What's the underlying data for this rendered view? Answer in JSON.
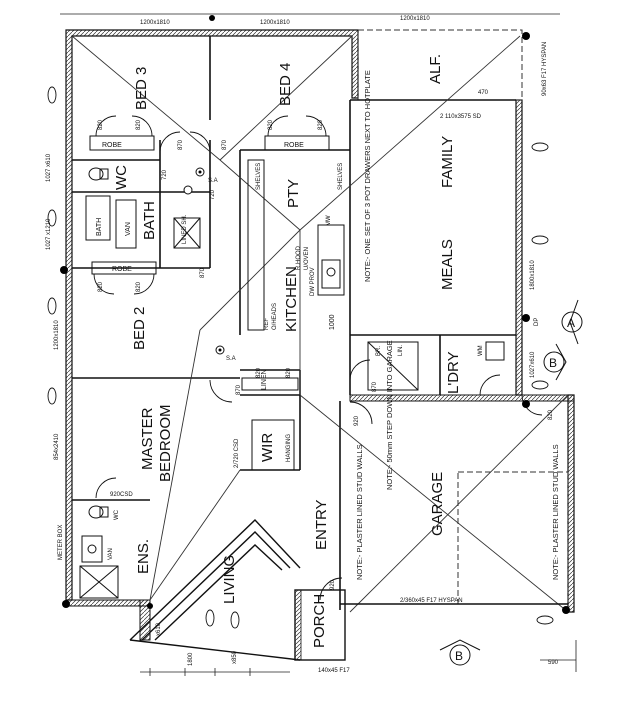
{
  "rooms": {
    "bed3": "BED 3",
    "bed4": "BED 4",
    "alf": "ALF.",
    "family": "FAMILY",
    "meals": "MEALS",
    "wc": "WC",
    "bath": "BATH",
    "bath_tub": "BATH",
    "van": "VAN",
    "bed2": "BED 2",
    "kitchen": "KITCHEN",
    "pty": "PTY",
    "master": "MASTER",
    "bedroom": "BEDROOM",
    "wir": "WIR",
    "ens": "ENS.",
    "entry": "ENTRY",
    "living": "LIVING",
    "porch": "PORCH",
    "garage": "GARAGE",
    "ldry": "L'DRY",
    "linen": "LINEN"
  },
  "labels": {
    "robe": "ROBE",
    "shelves": "SHELVES",
    "hanging": "HANGING",
    "sa": "S.A",
    "lin": "LIN.",
    "br": "BR.",
    "wm": "WM",
    "ref": "REF",
    "dw_prov": "DW PROV",
    "mw": "MW",
    "uheads": "O/HEADS",
    "uoven": "U/OVEN",
    "rhood": "R.HOOD",
    "meter_box": "METER BOX",
    "dp": "DP",
    "lined_sh": "LINED SH."
  },
  "notes": {
    "kitchen_note": "NOTE:- ONE SET OF 3 POT DRAWERS NEXT TO HOTPLATE",
    "garage_step": "NOTE:- 50mm STEP DOWN INTO GARAGE",
    "plaster_left": "NOTE:- PLASTER LINED STUD WALLS",
    "plaster_right": "NOTE:- PLASTER LINED STUD WALLS"
  },
  "dimensions": {
    "d820": "820",
    "d870": "870",
    "d720": "720",
    "d920": "920",
    "d1000": "1000",
    "w1200x1810_top": "1200x1810",
    "w1027x610": "1027 x610",
    "w1027x1210": "1027 x1210",
    "w1200x1810_left": "1200x1810",
    "w854x2410": "854x2410",
    "w1800x1810": "1800x1810",
    "w1027x610_r": "1027x610",
    "w2110x3575": "2 110x3575 SD",
    "w470": "470",
    "beam_top": "90x63 F17 HYSPAN",
    "beam_garage": "2/360x45 F17 HYSPAN",
    "beam_porch": "140x45 F17",
    "w920csd": "920CSD",
    "w720csd": "2/720 CSD",
    "w1800": "1800",
    "x850": "x850",
    "d610": "x610",
    "d590": "590",
    "bottom_a": "1000",
    "bottom_b": "x850"
  },
  "markers": {
    "section_a": "A",
    "section_b": "B"
  }
}
